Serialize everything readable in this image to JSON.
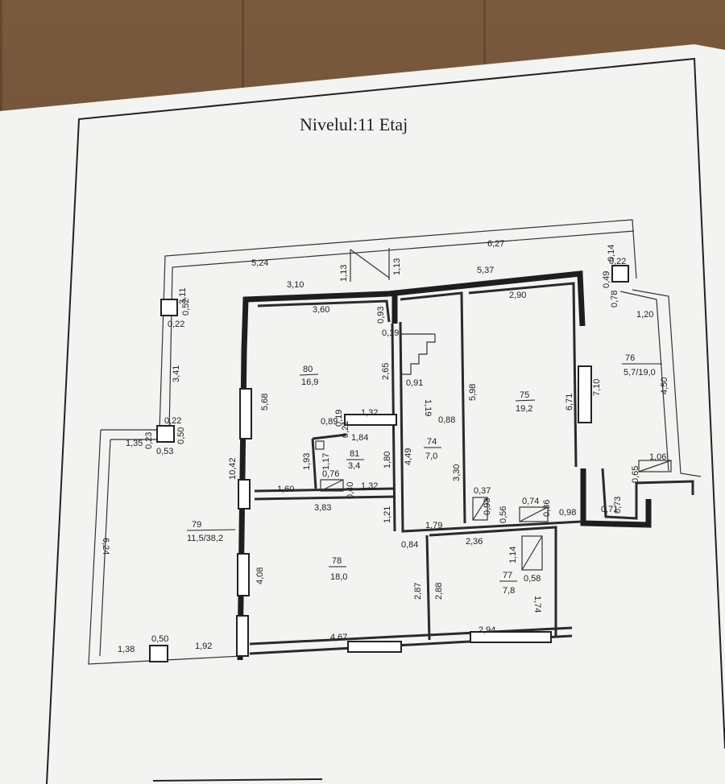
{
  "title": "Nivelul:11 Etaj",
  "rooms": {
    "r80": {
      "num": "80",
      "area": "16,9"
    },
    "r81": {
      "num": "81",
      "area": "3,4"
    },
    "r74": {
      "num": "74",
      "area": "7,0"
    },
    "r75": {
      "num": "75",
      "area": "19,2"
    },
    "r76": {
      "num": "76",
      "area": "5,7/19,0"
    },
    "r79": {
      "num": "79",
      "area": "11,5/38,2"
    },
    "r78": {
      "num": "78",
      "area": "18,0"
    },
    "r77": {
      "num": "77",
      "area": "7,8"
    }
  },
  "dims": {
    "d627": "6,27",
    "d524": "5,24",
    "d113a": "1,13",
    "d113b": "1,13",
    "d537": "5,37",
    "d014": "0,14",
    "d022a": "0,22",
    "d310": "3,10",
    "d311": "3,11",
    "d052a": "0,52",
    "d022b": "0,22",
    "d360": "3,60",
    "d093a": "0,93",
    "d019a": "0,19",
    "d290": "2,90",
    "d049": "0,49",
    "d078": "0,78",
    "d120": "1,20",
    "d341": "3,41",
    "d265": "2,65",
    "d091": "0,91",
    "d119": "1,19",
    "d598": "5,98",
    "d671": "6,71",
    "d710": "7,10",
    "d450": "4,50",
    "d022c": "0,22",
    "d050a": "0,50",
    "d053": "0,53",
    "d135": "1,35",
    "d023": "0,23",
    "d568": "5,68",
    "d132a": "1,32",
    "d089": "0,89",
    "d019b": "0,19",
    "d021": "0,21",
    "d184": "1,84",
    "d088": "0,88",
    "d193": "1,93",
    "d117": "1,17",
    "d076": "0,76",
    "d180": "1,80",
    "d449": "4,49",
    "d106": "1,06",
    "d1042": "10,42",
    "d160": "1,60",
    "d040": "0,40",
    "d132b": "1,32",
    "d330": "3,30",
    "d037": "0,37",
    "d074": "0,74",
    "d383": "3,83",
    "d093b": "0,93",
    "d056": "0,56",
    "d036": "0,36",
    "d098": "0,98",
    "d065": "0,65",
    "d073": "0,73",
    "d071": "0,71",
    "d121": "1,21",
    "d179": "1,79",
    "d236": "2,36",
    "d084": "0,84",
    "d624": "6,24",
    "d114": "1,14",
    "d058": "0,58",
    "d408": "4,08",
    "d287": "2,87",
    "d288": "2,88",
    "d174": "1,74",
    "d050b": "0,50",
    "d138": "1,38",
    "d192": "1,92",
    "d467": "4,67",
    "d294": "2,94"
  }
}
